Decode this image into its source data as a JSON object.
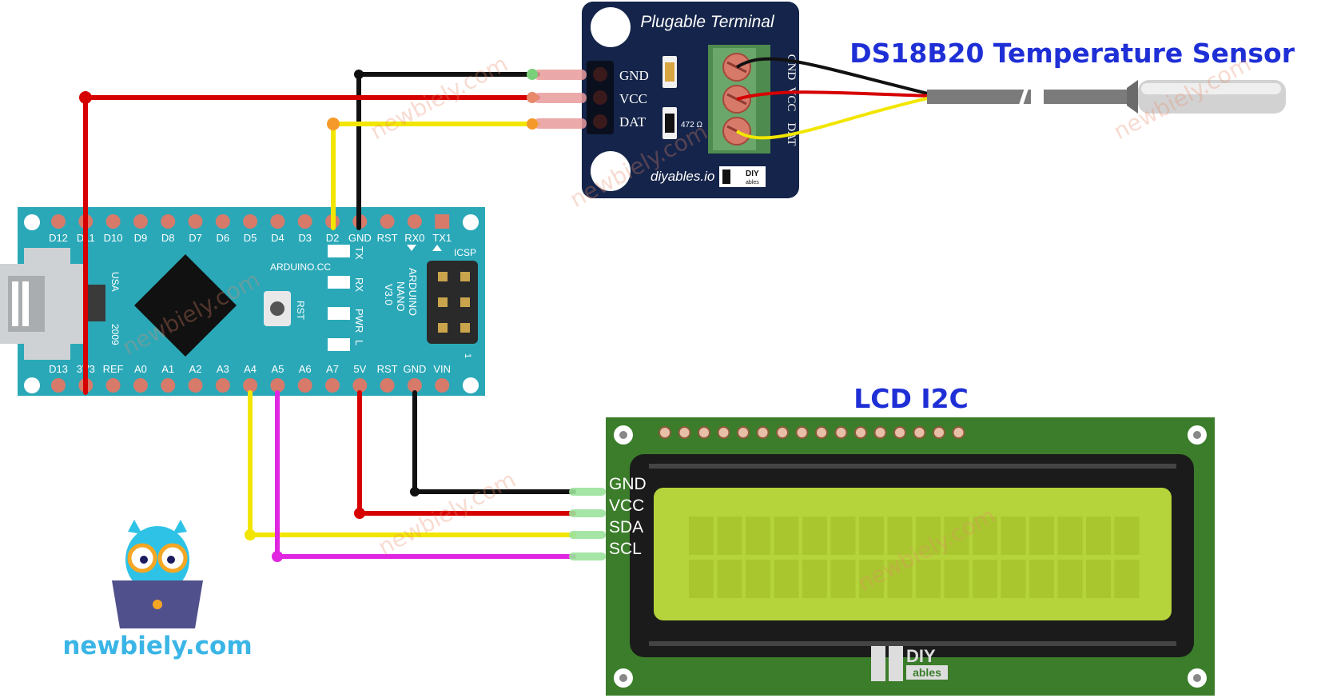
{
  "titles": {
    "sensor": "DS18B20 Temperature Sensor",
    "lcd": "LCD I2C"
  },
  "terminal_board": {
    "title": "Plugable Terminal",
    "pins": [
      "GND",
      "VCC",
      "DAT"
    ],
    "screw_labels": [
      "GND",
      "VCC",
      "DAT"
    ],
    "resistor": "472 Ω",
    "brand": "diyables.io",
    "logo_top": "DIY",
    "logo_bottom": "ables"
  },
  "arduino": {
    "top_pins": [
      "D12",
      "D11",
      "D10",
      "D9",
      "D8",
      "D7",
      "D6",
      "D5",
      "D4",
      "D3",
      "D2",
      "GND",
      "RST",
      "RX0",
      "TX1"
    ],
    "bottom_pins": [
      "D13",
      "3V3",
      "REF",
      "A0",
      "A1",
      "A2",
      "A3",
      "A4",
      "A5",
      "A6",
      "A7",
      "5V",
      "RST",
      "GND",
      "VIN"
    ],
    "leds": [
      "TX",
      "RX",
      "PWR",
      "L"
    ],
    "brand": "ARDUINO.CC",
    "model_lines": [
      "ARDUINO",
      "NANO",
      "V3.0"
    ],
    "icsp": "ICSP",
    "icsp_pin1": "1",
    "usa": "USA",
    "year": "2009",
    "reset": "RST"
  },
  "lcd": {
    "pins": [
      "GND",
      "VCC",
      "SDA",
      "SCL"
    ],
    "logo_top": "DIY",
    "logo_bottom": "ables"
  },
  "logo": {
    "site": "newbiely.com"
  },
  "watermark": "newbiely.com",
  "colors": {
    "title_blue": "#1f2fd6",
    "wire_red": "#d60000",
    "wire_black": "#111111",
    "wire_yellow": "#f2e600",
    "wire_magenta": "#e026e0",
    "arduino_teal": "#2aa8b8",
    "lcd_green": "#3b7d2a",
    "lcd_screen": "#b5d33a",
    "terminal_navy": "#15244a"
  }
}
